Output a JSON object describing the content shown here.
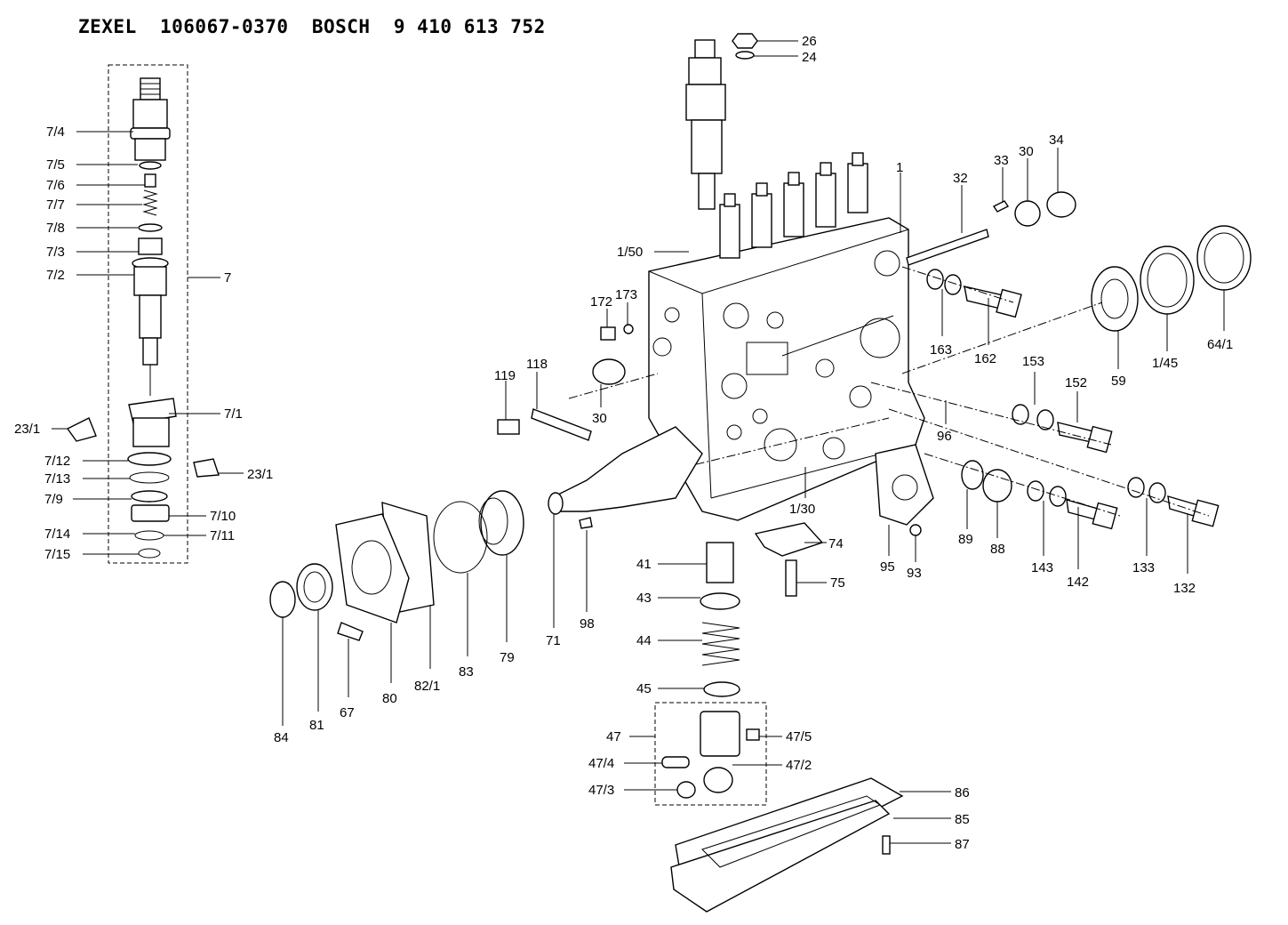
{
  "title": "ZEXEL  106067-0370  BOSCH  9 410 613 752",
  "labels": {
    "l_7_4": "7/4",
    "l_7_5": "7/5",
    "l_7_6": "7/6",
    "l_7_7": "7/7",
    "l_7_8": "7/8",
    "l_7_3": "7/3",
    "l_7_2": "7/2",
    "l_7": "7",
    "l_23_1a": "23/1",
    "l_7_1": "7/1",
    "l_23_1b": "23/1",
    "l_7_12": "7/12",
    "l_7_13": "7/13",
    "l_7_9": "7/9",
    "l_7_10": "7/10",
    "l_7_14": "7/14",
    "l_7_11": "7/11",
    "l_7_15": "7/15",
    "l_26": "26",
    "l_24": "24",
    "l_1": "1",
    "l_32": "32",
    "l_33": "33",
    "l_30a": "30",
    "l_34": "34",
    "l_1_50": "1/50",
    "l_172": "172",
    "l_173": "173",
    "l_163": "163",
    "l_162": "162",
    "l_59": "59",
    "l_1_45": "1/45",
    "l_64_1": "64/1",
    "l_119": "119",
    "l_118": "118",
    "l_30b": "30",
    "l_153": "153",
    "l_152": "152",
    "l_96": "96",
    "l_1_30": "1/30",
    "l_89": "89",
    "l_88": "88",
    "l_143": "143",
    "l_142": "142",
    "l_133": "133",
    "l_132": "132",
    "l_74": "74",
    "l_95": "95",
    "l_93": "93",
    "l_75": "75",
    "l_41": "41",
    "l_43": "43",
    "l_44": "44",
    "l_45": "45",
    "l_47": "47",
    "l_47_5": "47/5",
    "l_47_4": "47/4",
    "l_47_2": "47/2",
    "l_47_3": "47/3",
    "l_86": "86",
    "l_85": "85",
    "l_87": "87",
    "l_84": "84",
    "l_81": "81",
    "l_67": "67",
    "l_80": "80",
    "l_82_1": "82/1",
    "l_83": "83",
    "l_79": "79",
    "l_71": "71",
    "l_98": "98"
  }
}
